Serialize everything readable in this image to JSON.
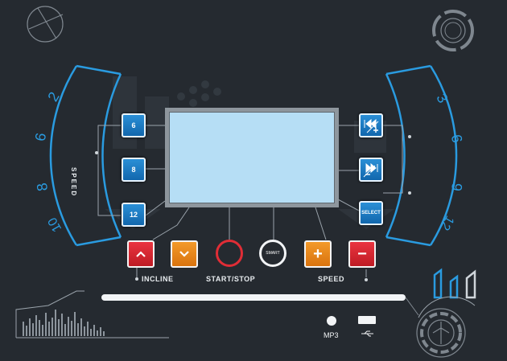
{
  "display": {
    "screen_color": "#b6def5"
  },
  "speed_presets": {
    "side_label": "SPEED",
    "buttons": [
      "6",
      "8",
      "12"
    ]
  },
  "program_buttons": {
    "select_label": "SELECT"
  },
  "left_dial": {
    "numbers": [
      "2",
      "6",
      "8",
      "10"
    ]
  },
  "right_dial": {
    "numbers": [
      "3",
      "6",
      "9",
      "12"
    ]
  },
  "controls": {
    "incline_label": "INCLINE",
    "start_stop_label": "START/STOP",
    "speed_label": "SPEED",
    "smart_label": "SMART",
    "plus_symbol": "+",
    "minus_symbol": "−"
  },
  "ports": {
    "mp3_label": "MP3"
  },
  "colors": {
    "accent_blue": "#2a8fd6",
    "red": "#e02d36",
    "orange": "#f08c1c",
    "background": "#252a30"
  }
}
